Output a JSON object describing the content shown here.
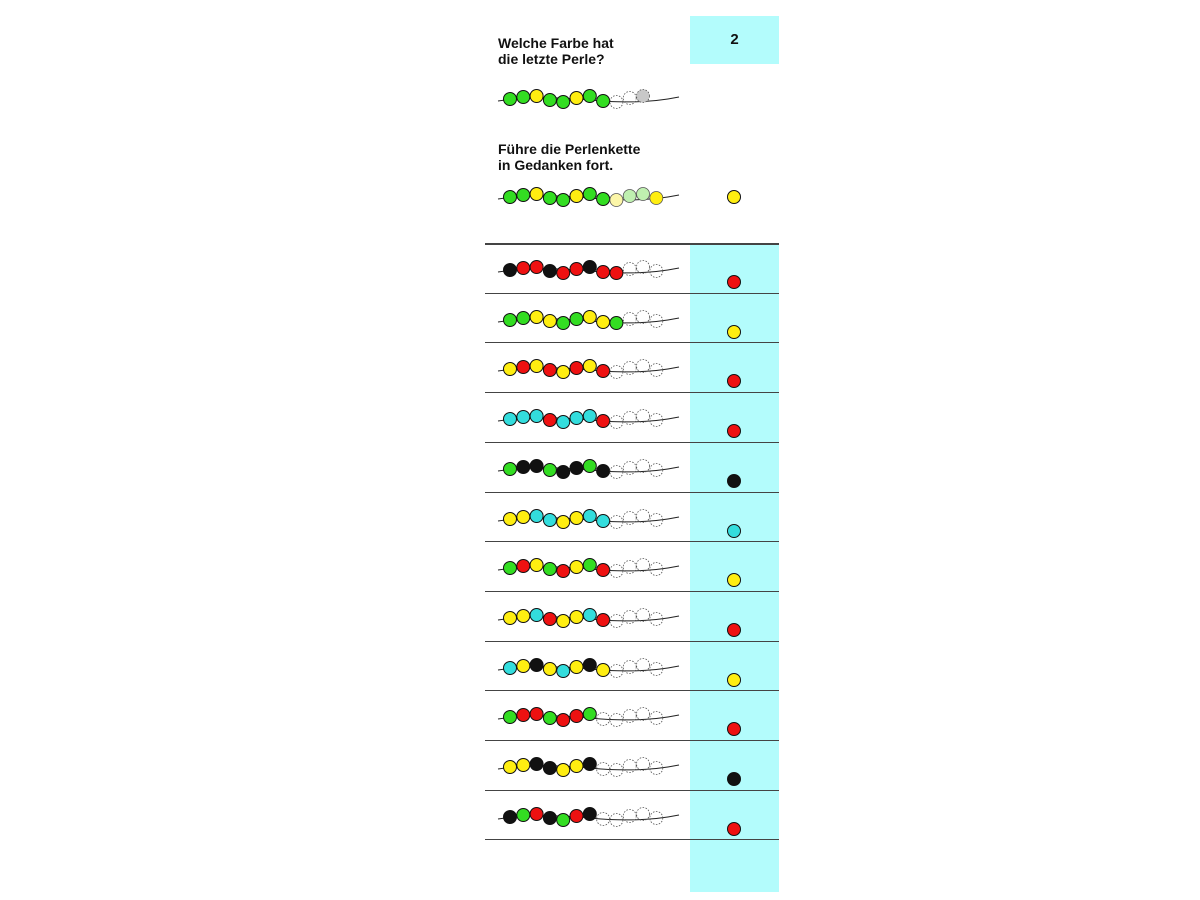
{
  "header": {
    "page_number": "2",
    "question_1_lines": [
      "Welche Farbe hat",
      "die letzte Perle?"
    ],
    "question_2_lines": [
      "Führe die Perlenkette",
      "in Gedanken fort."
    ]
  },
  "colors": {
    "G": "#33dd22",
    "Y": "#ffee11",
    "R": "#ee1111",
    "K": "#111111",
    "C": "#33dddd",
    "answer_column": "#b3fcfc",
    "example_last_bead": "#c8c8c8",
    "ghost_green": "#bff0b0",
    "ghost_yellow": "#fcf6a8"
  },
  "examples": [
    {
      "beads": [
        "G",
        "G",
        "Y",
        "G",
        "G",
        "Y",
        "G",
        "G"
      ],
      "empties": 3,
      "highlight": "example_last_bead",
      "answer": ""
    },
    {
      "beads": [
        "G",
        "G",
        "Y",
        "G",
        "G",
        "Y",
        "G",
        "G"
      ],
      "ghosts": [
        "ghost_yellow",
        "ghost_green",
        "ghost_green",
        "Y"
      ],
      "answer": "Y"
    }
  ],
  "tasks": [
    {
      "beads": [
        "K",
        "R",
        "R",
        "K",
        "R",
        "R",
        "K",
        "R",
        "R"
      ],
      "empties": 3,
      "answer": "R"
    },
    {
      "beads": [
        "G",
        "G",
        "Y",
        "Y",
        "G",
        "G",
        "Y",
        "Y",
        "G"
      ],
      "empties": 3,
      "answer": "Y"
    },
    {
      "beads": [
        "Y",
        "R",
        "Y",
        "R",
        "Y",
        "R",
        "Y",
        "R"
      ],
      "empties": 4,
      "answer": "R"
    },
    {
      "beads": [
        "C",
        "C",
        "C",
        "R",
        "C",
        "C",
        "C",
        "R"
      ],
      "empties": 4,
      "answer": "R"
    },
    {
      "beads": [
        "G",
        "K",
        "K",
        "G",
        "K",
        "K",
        "G",
        "K"
      ],
      "empties": 4,
      "answer": "K"
    },
    {
      "beads": [
        "Y",
        "Y",
        "C",
        "C",
        "Y",
        "Y",
        "C",
        "C"
      ],
      "empties": 4,
      "answer": "C"
    },
    {
      "beads": [
        "G",
        "R",
        "Y",
        "G",
        "R",
        "Y",
        "G",
        "R"
      ],
      "empties": 4,
      "answer": "Y"
    },
    {
      "beads": [
        "Y",
        "Y",
        "C",
        "R",
        "Y",
        "Y",
        "C",
        "R"
      ],
      "empties": 4,
      "answer": "R"
    },
    {
      "beads": [
        "C",
        "Y",
        "K",
        "Y",
        "C",
        "Y",
        "K",
        "Y"
      ],
      "empties": 4,
      "answer": "Y"
    },
    {
      "beads": [
        "G",
        "R",
        "R",
        "G",
        "R",
        "R",
        "G"
      ],
      "empties": 5,
      "answer": "R"
    },
    {
      "beads": [
        "Y",
        "Y",
        "K",
        "K",
        "Y",
        "Y",
        "K"
      ],
      "empties": 5,
      "answer": "K"
    },
    {
      "beads": [
        "K",
        "G",
        "R",
        "K",
        "G",
        "R",
        "K"
      ],
      "empties": 5,
      "answer": "R"
    }
  ]
}
